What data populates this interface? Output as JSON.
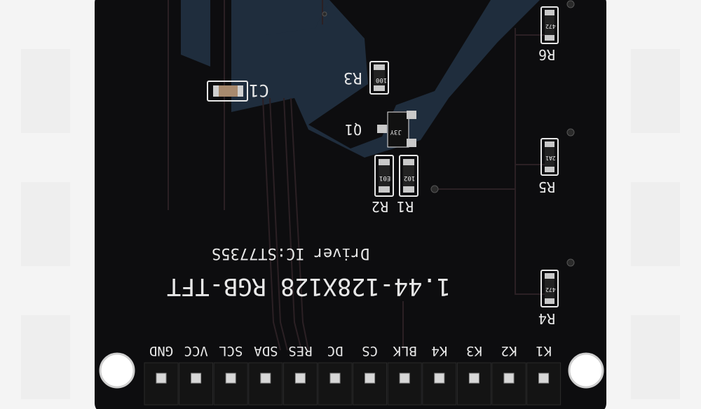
{
  "board": {
    "title_line1": "1.44-128X128 RGB-TFT",
    "title_line2": "Driver IC:ST7735S",
    "colors": {
      "pcb": "#0d0d0f",
      "silk": "#e8e8e8",
      "screen_trace": "#1f2d3d",
      "trace": "#3a2626",
      "pad": "#c9c9c9",
      "bg": "#f4f4f4"
    }
  },
  "components": [
    {
      "ref": "C1"
    },
    {
      "ref": "R3",
      "code": "100"
    },
    {
      "ref": "Q1",
      "code": "J3Y"
    },
    {
      "ref": "R2",
      "code": "E01"
    },
    {
      "ref": "R1",
      "code": "102"
    },
    {
      "ref": "R6",
      "code": "472"
    },
    {
      "ref": "R5",
      "code": "2A1"
    },
    {
      "ref": "R4",
      "code": "472"
    }
  ],
  "pins": [
    "GND",
    "VCC",
    "SCL",
    "SDA",
    "RES",
    "DC",
    "CS",
    "BLK",
    "K4",
    "K3",
    "K2",
    "K1"
  ]
}
